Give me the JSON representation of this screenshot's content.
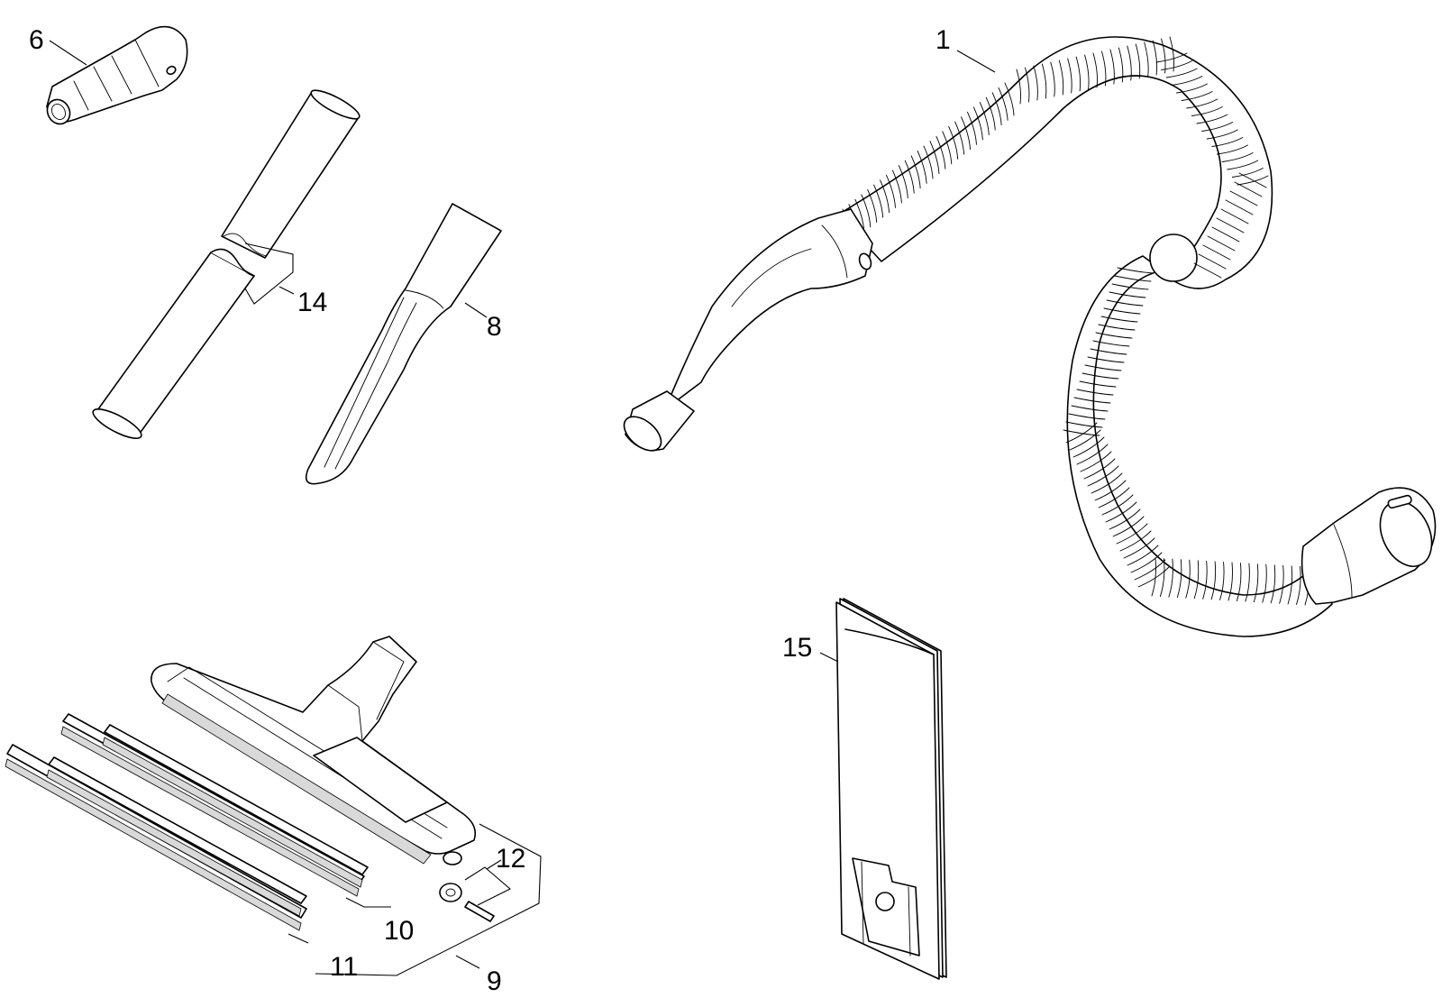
{
  "callouts": {
    "hose": "1",
    "reducer": "6",
    "crevice_nozzle": "8",
    "floor_nozzle": "9",
    "brush_strips": "10",
    "rubber_strips": "11",
    "wheel_set": "12",
    "suction_tubes": "14",
    "filter_bags": "15"
  }
}
